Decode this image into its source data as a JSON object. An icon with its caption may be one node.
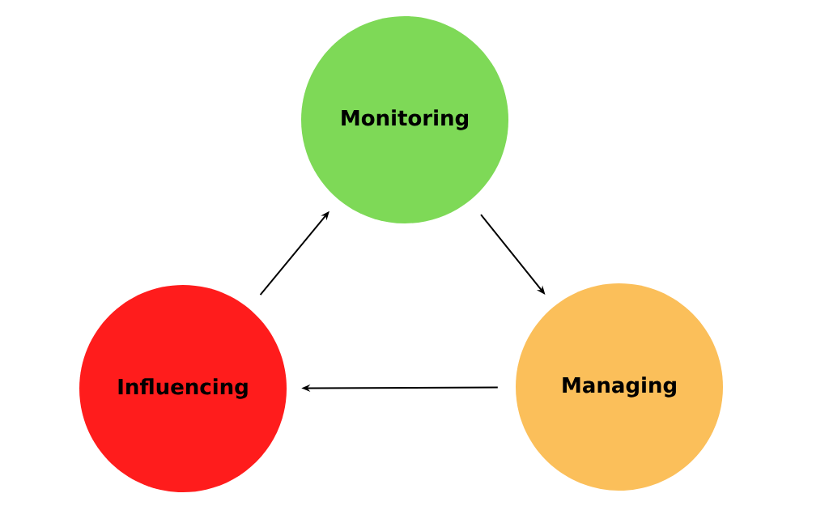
{
  "diagram": {
    "nodes": [
      {
        "text": [
          "Monitoring"
        ]
      },
      {
        "text": [
          "Managing"
        ]
      },
      {
        "text": [
          "Influencing"
        ]
      }
    ],
    "edges": [
      {
        "from": 0,
        "to": 1,
        "arrow": "to"
      },
      {
        "from": 1,
        "to": 2,
        "arrow": "to"
      },
      {
        "from": 2,
        "to": 0,
        "arrow": "to"
      }
    ]
  }
}
